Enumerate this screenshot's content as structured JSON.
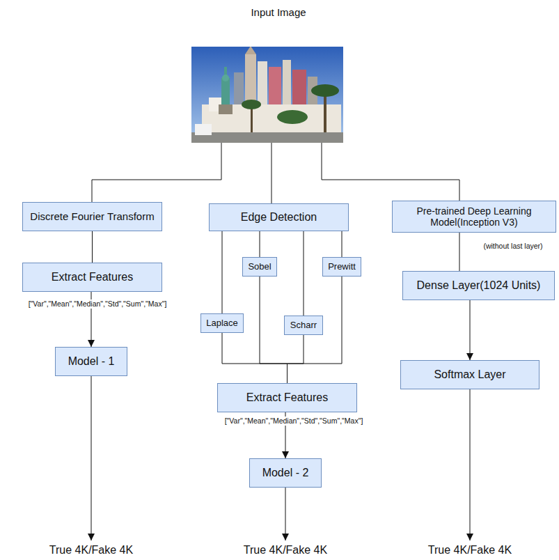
{
  "diagram": {
    "title": "Input Image",
    "nodes": [
      {
        "text": [
          "Discrete Fourier Transform"
        ]
      },
      {
        "text": [
          "Edge Detection"
        ]
      },
      {
        "text": [
          "Pre-trained Deep Learning Model(Inception V3)"
        ]
      },
      {
        "text": [
          "Extract Features"
        ]
      },
      {
        "text": [
          "Sobel"
        ]
      },
      {
        "text": [
          "Prewitt"
        ]
      },
      {
        "text": [
          "Laplace"
        ]
      },
      {
        "text": [
          "Scharr"
        ]
      },
      {
        "text": [
          "Dense Layer(1024 Units)"
        ]
      },
      {
        "text": [
          "Model - 1"
        ]
      },
      {
        "text": [
          "Extract Features"
        ]
      },
      {
        "text": [
          "Softmax Layer"
        ]
      },
      {
        "text": [
          "Model - 2"
        ]
      }
    ],
    "edges": [
      {
        "from": 0,
        "to": 3,
        "arrow": "none"
      },
      {
        "from": 3,
        "to": 9,
        "arrow": "to"
      },
      {
        "from": 1,
        "to": 6,
        "arrow": "none"
      },
      {
        "from": 1,
        "to": 4,
        "arrow": "none"
      },
      {
        "from": 1,
        "to": 7,
        "arrow": "none"
      },
      {
        "from": 1,
        "to": 5,
        "arrow": "none"
      },
      {
        "from": 6,
        "to": 10,
        "arrow": "none"
      },
      {
        "from": 4,
        "to": 10,
        "arrow": "none"
      },
      {
        "from": 7,
        "to": 10,
        "arrow": "none"
      },
      {
        "from": 5,
        "to": 10,
        "arrow": "none"
      },
      {
        "from": 10,
        "to": 12,
        "arrow": "to"
      },
      {
        "from": 2,
        "to": 8,
        "arrow": "none"
      },
      {
        "from": 8,
        "to": 11,
        "arrow": "to"
      }
    ],
    "labels": [
      "(without last layer)",
      "[\"Var\",\"Mean\",\"Median\",\"Std\",\"Sum\",\"Max\"]",
      "[\"Var\",\"Mean\",\"Median\",\"Std\",\"Sum\",\"Max\"]",
      "True 4K/Fake 4K",
      "True 4K/Fake 4K",
      "True 4K/Fake 4K"
    ]
  }
}
